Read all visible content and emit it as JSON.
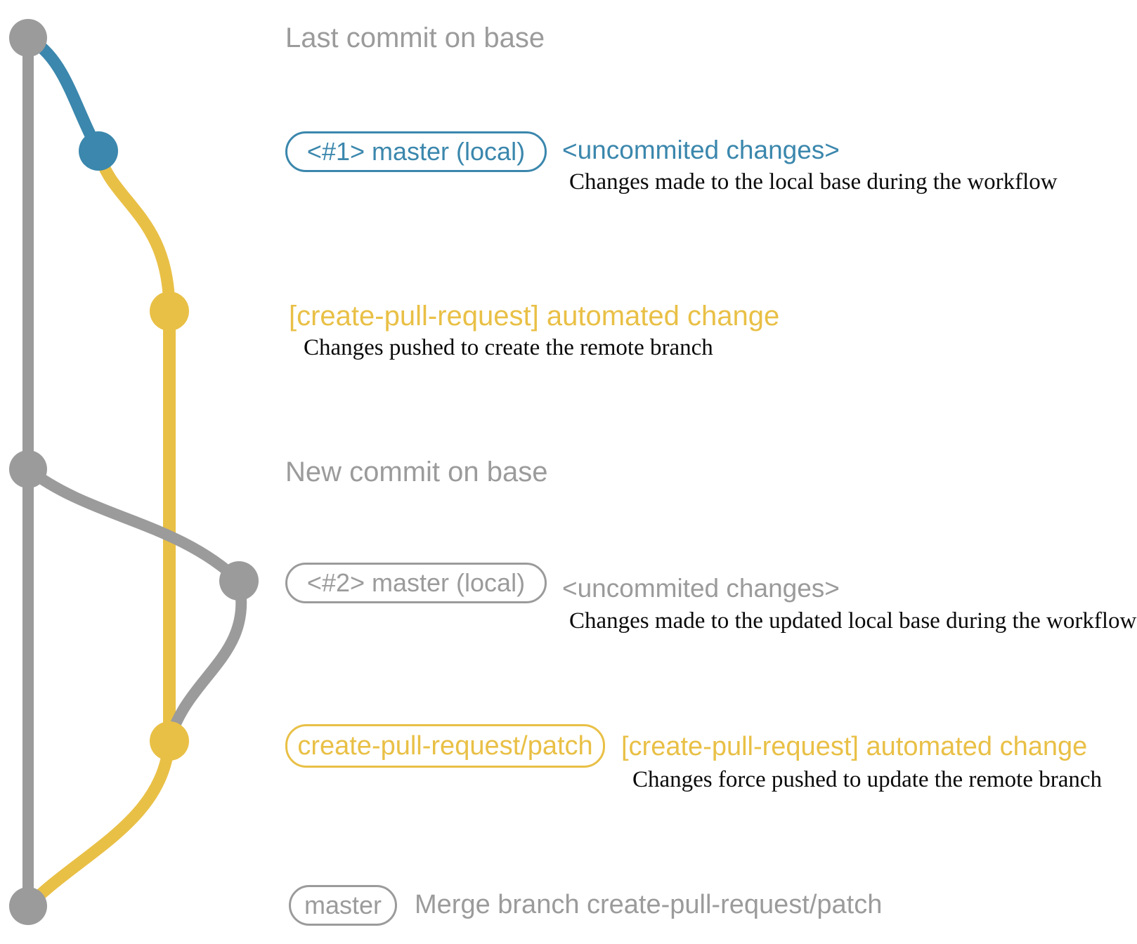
{
  "colors": {
    "gray": "#9b9b9b",
    "blue": "#3b87ad",
    "yellow": "#e9c046",
    "ink": "#0a0a0a"
  },
  "rows": {
    "last_commit": {
      "label": "Last commit on base"
    },
    "local1": {
      "box": "<#1> master (local)",
      "side": "<uncommited changes>",
      "desc": "Changes made to the local base during the workflow"
    },
    "push1": {
      "label": "[create-pull-request] automated change",
      "desc": "Changes pushed to create the remote branch"
    },
    "new_commit": {
      "label": "New commit on base"
    },
    "local2": {
      "box": "<#2> master (local)",
      "side": "<uncommited changes>",
      "desc": "Changes made to the updated local base during the workflow"
    },
    "push2": {
      "box": "create-pull-request/patch",
      "side": "[create-pull-request] automated change",
      "desc": "Changes force pushed to update the remote branch"
    },
    "merge": {
      "box": "master",
      "side": "Merge branch create-pull-request/patch"
    }
  },
  "graph": {
    "commits": [
      {
        "id": "base-last-commit",
        "color": "gray"
      },
      {
        "id": "local-uncommitted-1",
        "color": "blue"
      },
      {
        "id": "remote-branch-commit-1",
        "color": "yellow"
      },
      {
        "id": "base-new-commit",
        "color": "gray"
      },
      {
        "id": "local-uncommitted-2",
        "color": "gray"
      },
      {
        "id": "remote-branch-commit-2",
        "color": "yellow"
      },
      {
        "id": "merge-commit",
        "color": "gray"
      }
    ]
  }
}
